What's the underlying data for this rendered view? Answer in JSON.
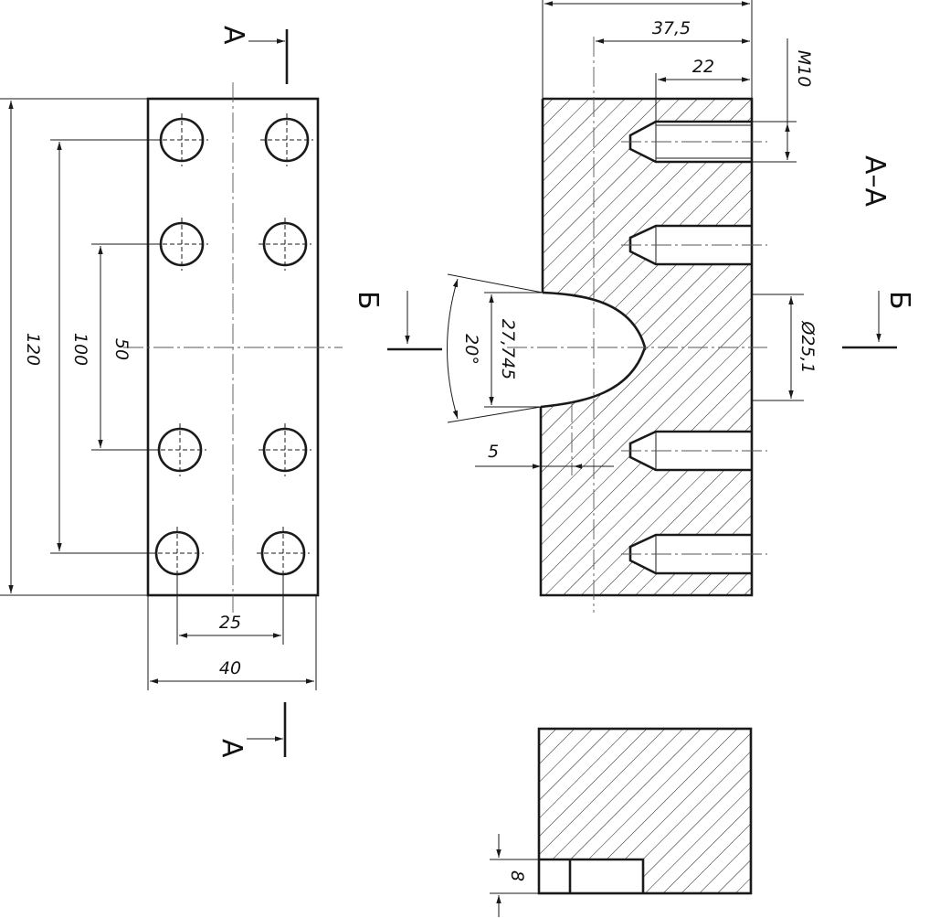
{
  "section_marks": {
    "a_top": "А",
    "a_bottom": "А",
    "b_left": "Б",
    "b_right": "Б",
    "section_title": "А–А"
  },
  "plan_view": {
    "dim_total_length": "120",
    "dim_outer_pitch": "100",
    "dim_inner_pitch": "50",
    "dim_hole_spacing": "25",
    "dim_width": "40"
  },
  "section_view": {
    "dim_overall_depth": "",
    "dim_centerline_depth": "37,5",
    "dim_hole_depth": "22",
    "dim_thread": "M10",
    "dim_bore_diameter": "Ø25,1",
    "dim_flare_width": "27,745",
    "dim_flare_angle": "20°",
    "dim_offset": "5"
  },
  "section_b_view": {
    "dim_slot_depth": "8"
  }
}
